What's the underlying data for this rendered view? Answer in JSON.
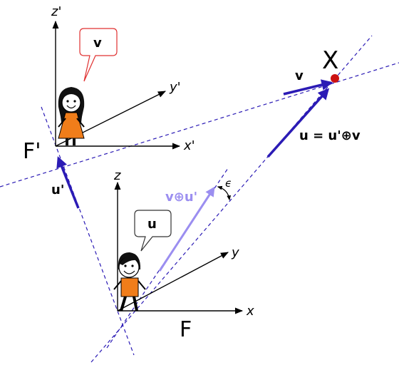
{
  "labels": {
    "frame_moving": "F'",
    "frame_rest": "F",
    "event": "X",
    "axis_x_prime": "x'",
    "axis_y_prime": "y'",
    "axis_z_prime": "z'",
    "axis_x": "x",
    "axis_y": "y",
    "axis_z": "z",
    "vector_u_prime": "u'",
    "vector_v": "v",
    "vector_u_composition": "u = u'⊕v",
    "vector_v_oplus_u_prime": "v⊕u'",
    "angle_epsilon": "ϵ",
    "bubble_girl": "v",
    "bubble_boy": "u"
  },
  "colors": {
    "axes": "#000000",
    "vector_dark_blue": "#2b1bb5",
    "vector_light_purple": "#9b8ef0",
    "dashed_lines": "#2b1bb5",
    "event_point": "#cc1111",
    "bubble_girl_border": "#e03030",
    "bubble_boy_border": "#333333",
    "dress_orange": "#f07d1a",
    "shirt_orange": "#f07d1a"
  }
}
